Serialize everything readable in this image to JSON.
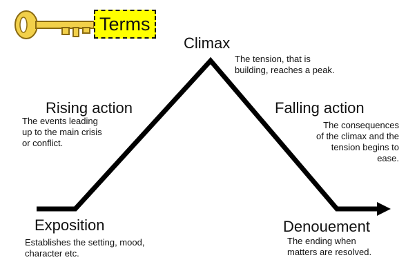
{
  "header": {
    "badge_label": "Terms",
    "icon": "key-icon",
    "badge_color": "#ffff00",
    "key_color": "#f2d04a"
  },
  "stages": {
    "climax": {
      "title": "Climax",
      "description": "The tension, that is\nbuilding, reaches a peak."
    },
    "rising_action": {
      "title": "Rising action",
      "description": "The events leading\nup to the main crisis\nor conflict."
    },
    "falling_action": {
      "title": "Falling action",
      "description": "The consequences\nof the climax and the\ntension begins to\nease."
    },
    "exposition": {
      "title": "Exposition",
      "description": "Establishes the setting, mood,\ncharacter etc."
    },
    "denouement": {
      "title": "Denouement",
      "description": "The ending when\nmatters are resolved."
    }
  }
}
